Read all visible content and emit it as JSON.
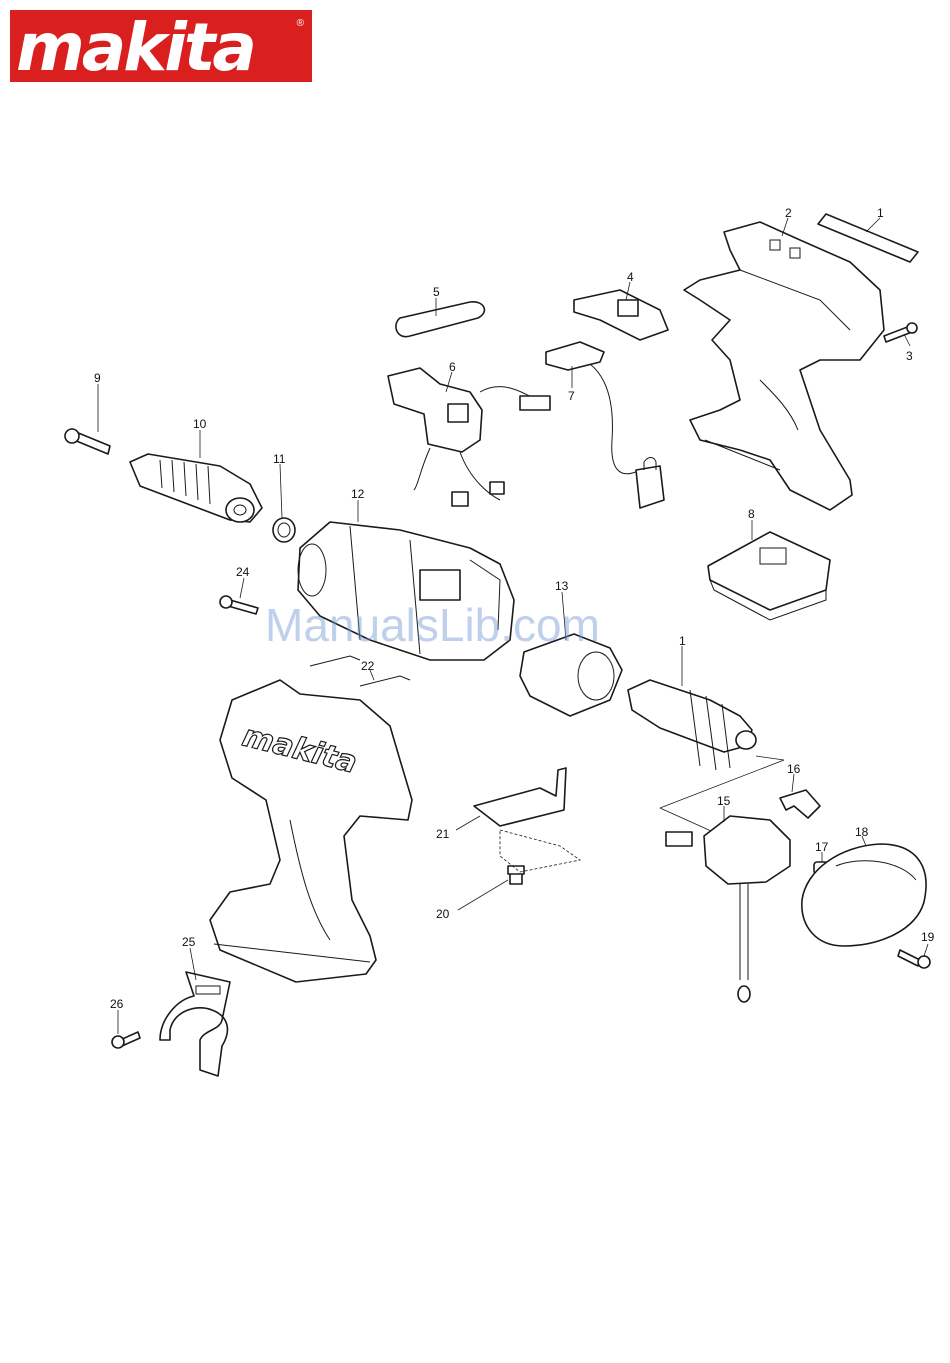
{
  "brand": {
    "logo_text": "makita",
    "registered_mark": "®",
    "logo_color": "#d9201f"
  },
  "handle_logo_text": "makita",
  "watermark": "ManualsLib.com",
  "callouts": [
    {
      "id": "c1a",
      "label": "1"
    },
    {
      "id": "c2",
      "label": "2"
    },
    {
      "id": "c3",
      "label": "3"
    },
    {
      "id": "c4",
      "label": "4"
    },
    {
      "id": "c5",
      "label": "5"
    },
    {
      "id": "c6",
      "label": "6"
    },
    {
      "id": "c7",
      "label": "7"
    },
    {
      "id": "c8",
      "label": "8"
    },
    {
      "id": "c9",
      "label": "9"
    },
    {
      "id": "c10",
      "label": "10"
    },
    {
      "id": "c11",
      "label": "11"
    },
    {
      "id": "c12",
      "label": "12"
    },
    {
      "id": "c13",
      "label": "13"
    },
    {
      "id": "c1b",
      "label": "1"
    },
    {
      "id": "c15",
      "label": "15"
    },
    {
      "id": "c16",
      "label": "16"
    },
    {
      "id": "c17",
      "label": "17"
    },
    {
      "id": "c18",
      "label": "18"
    },
    {
      "id": "c19",
      "label": "19"
    },
    {
      "id": "c20",
      "label": "20"
    },
    {
      "id": "c21",
      "label": "21"
    },
    {
      "id": "c22",
      "label": "22"
    },
    {
      "id": "c24",
      "label": "24"
    },
    {
      "id": "c25",
      "label": "25"
    },
    {
      "id": "c26",
      "label": "26"
    }
  ],
  "colors": {
    "line": "#1a1a1a",
    "watermark": "#6e96d2"
  }
}
